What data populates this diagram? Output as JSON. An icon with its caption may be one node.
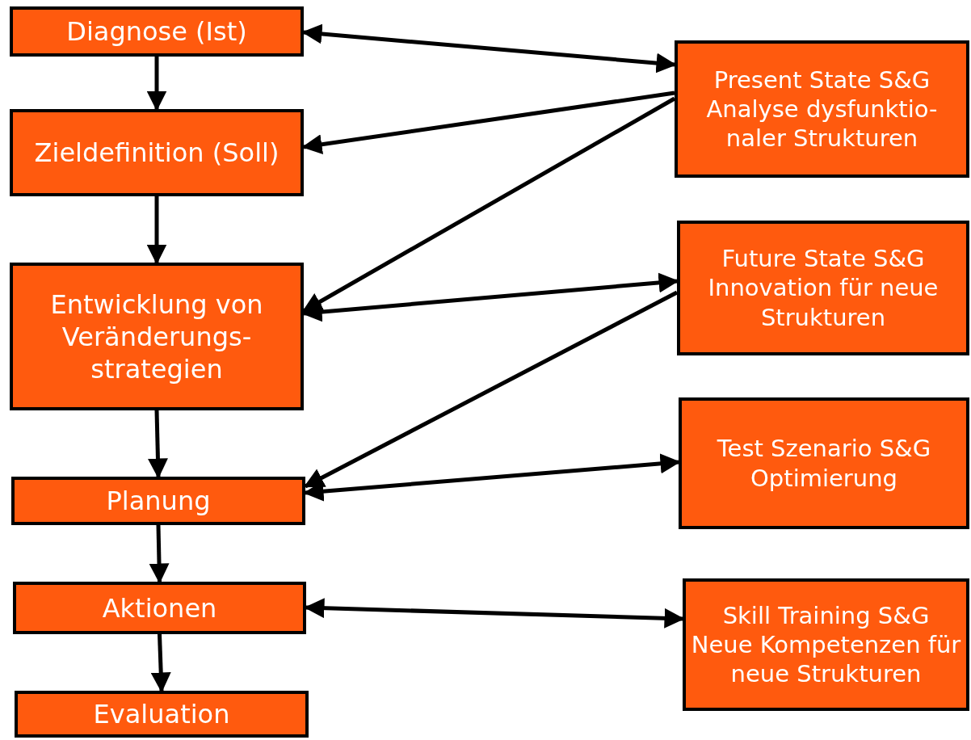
{
  "diagram": {
    "nodes": [
      {
        "text": [
          "Diagnose (Ist)"
        ]
      },
      {
        "text": [
          "Zieldefinition (Soll)"
        ]
      },
      {
        "text": [
          "Entwicklung von Veränderungs- strategien"
        ]
      },
      {
        "text": [
          "Planung"
        ]
      },
      {
        "text": [
          "Aktionen"
        ]
      },
      {
        "text": [
          "Evaluation"
        ]
      },
      {
        "text": [
          "Present State S&G",
          "Analyse dysfunktio- naler Strukturen"
        ]
      },
      {
        "text": [
          "Future State S&G",
          "Innovation für neue Strukturen"
        ]
      },
      {
        "text": [
          "Test Szenario S&G",
          "Optimierung"
        ]
      },
      {
        "text": [
          "Skill Training S&G",
          "Neue Kompetenzen für neue Strukturen"
        ]
      }
    ],
    "edges": [
      {
        "from": 0,
        "to": 1,
        "arrow": "to"
      },
      {
        "from": 1,
        "to": 2,
        "arrow": "to"
      },
      {
        "from": 2,
        "to": 3,
        "arrow": "to"
      },
      {
        "from": 3,
        "to": 4,
        "arrow": "to"
      },
      {
        "from": 4,
        "to": 5,
        "arrow": "to"
      },
      {
        "from": 0,
        "to": 6,
        "arrow": "both"
      },
      {
        "from": 6,
        "to": 1,
        "arrow": "to"
      },
      {
        "from": 6,
        "to": 2,
        "arrow": "to"
      },
      {
        "from": 2,
        "to": 7,
        "arrow": "both"
      },
      {
        "from": 7,
        "to": 3,
        "arrow": "to"
      },
      {
        "from": 3,
        "to": 8,
        "arrow": "both"
      },
      {
        "from": 4,
        "to": 9,
        "arrow": "both"
      }
    ]
  }
}
